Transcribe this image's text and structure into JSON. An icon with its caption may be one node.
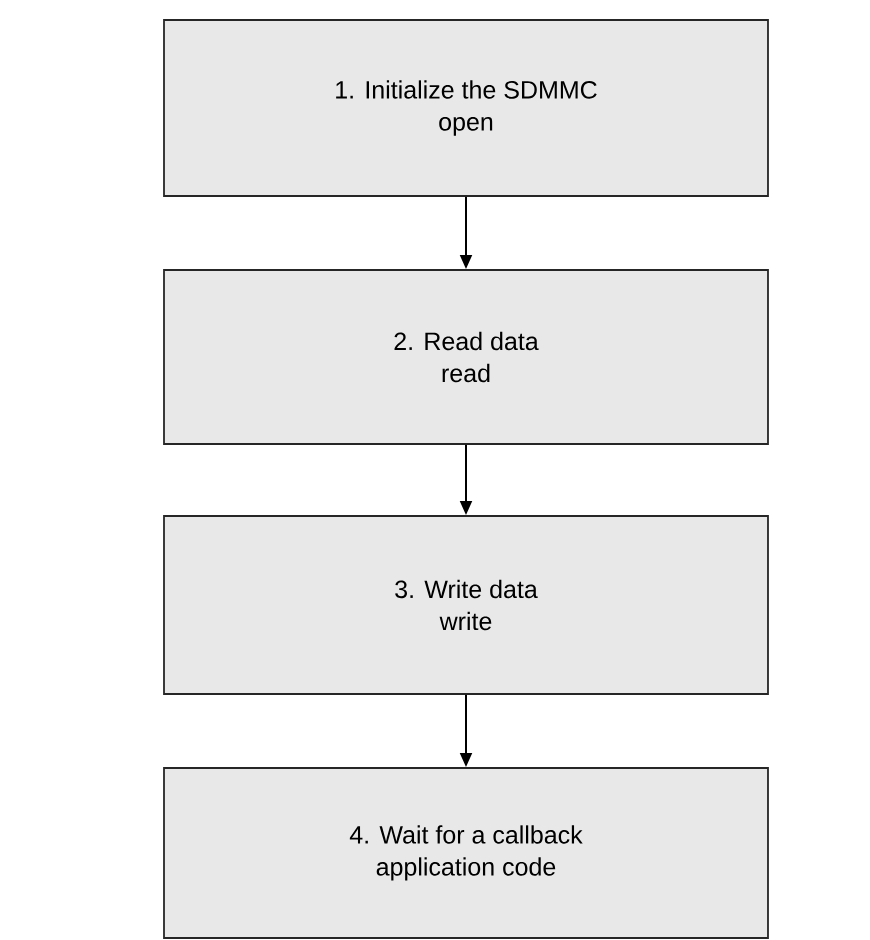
{
  "diagram": {
    "nodes": [
      {
        "text": [
          "1. Initialize the SDMMC",
          "open"
        ]
      },
      {
        "text": [
          "2. Read data",
          "read"
        ]
      },
      {
        "text": [
          "3. Write data",
          "write"
        ]
      },
      {
        "text": [
          "4. Wait for a callback",
          "application code"
        ]
      }
    ],
    "edges": [
      {
        "from": 0,
        "to": 1,
        "arrow": "to"
      },
      {
        "from": 1,
        "to": 2,
        "arrow": "to"
      },
      {
        "from": 2,
        "to": 3,
        "arrow": "to"
      }
    ]
  }
}
